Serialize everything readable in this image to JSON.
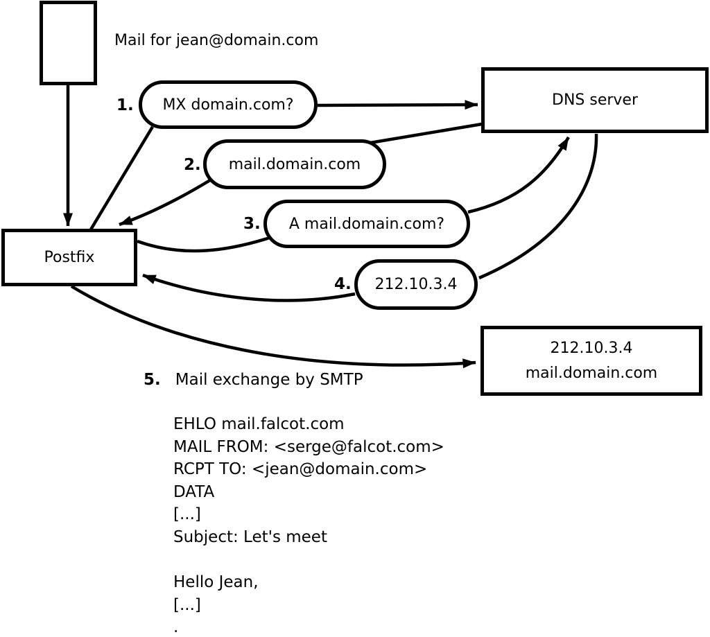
{
  "title_note": "Mail for jean@domain.com",
  "nodes": {
    "postfix": "Postfix",
    "dns_server": "DNS server",
    "mail_server": {
      "line1": "212.10.3.4",
      "line2": "mail.domain.com"
    }
  },
  "steps": [
    {
      "num": "1.",
      "label": "MX domain.com?"
    },
    {
      "num": "2.",
      "label": "mail.domain.com"
    },
    {
      "num": "3.",
      "label": "A mail.domain.com?"
    },
    {
      "num": "4.",
      "label": "212.10.3.4"
    },
    {
      "num": "5.",
      "label": "Mail exchange by SMTP"
    }
  ],
  "smtp": {
    "lines": [
      "EHLO mail.falcot.com",
      "MAIL FROM: <serge@falcot.com>",
      "RCPT TO: <jean@domain.com>",
      "DATA",
      "[...]",
      "Subject: Let's meet",
      "",
      "Hello Jean,",
      "[...]",
      "."
    ]
  },
  "colors": {
    "stroke": "#000000",
    "background": "#ffffff"
  }
}
